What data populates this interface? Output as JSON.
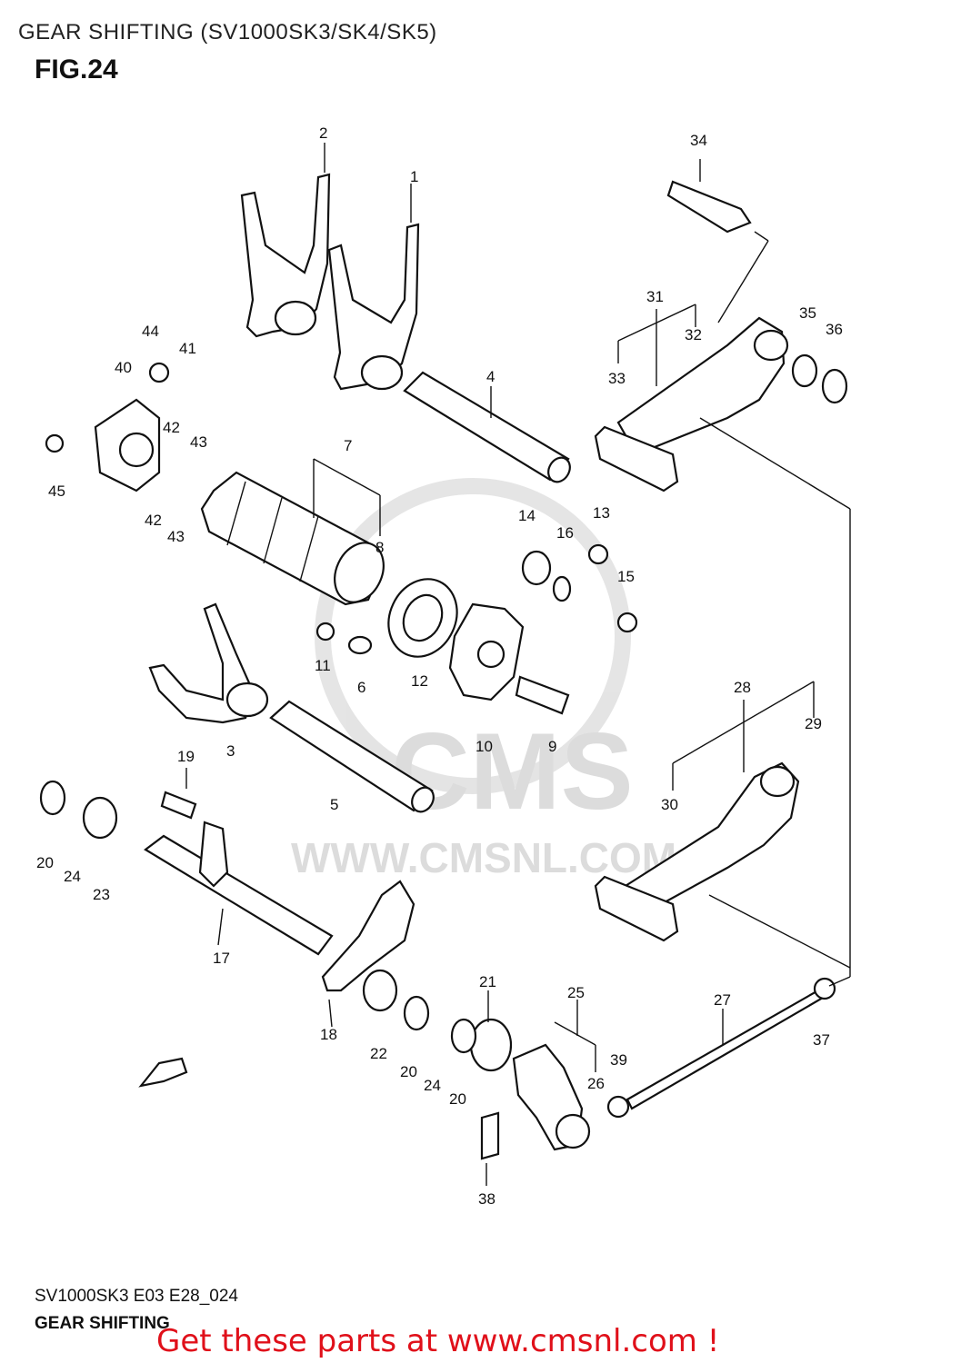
{
  "header": {
    "title": "GEAR SHIFTING (SV1000SK3/SK4/SK5)",
    "figure": "FIG.24"
  },
  "watermark": {
    "brand": "CMS",
    "url": "WWW.CMSNL.COM"
  },
  "footer": {
    "code": "SV1000SK3 E03 E28_024",
    "caption": "GEAR SHIFTING",
    "promo": "Get these parts at www.cmsnl.com !"
  },
  "callouts": [
    {
      "id": "c1",
      "label": "1"
    },
    {
      "id": "c2",
      "label": "2"
    },
    {
      "id": "c3",
      "label": "3"
    },
    {
      "id": "c4",
      "label": "4"
    },
    {
      "id": "c5",
      "label": "5"
    },
    {
      "id": "c6",
      "label": "6"
    },
    {
      "id": "c7",
      "label": "7"
    },
    {
      "id": "c8",
      "label": "8"
    },
    {
      "id": "c9",
      "label": "9"
    },
    {
      "id": "c10",
      "label": "10"
    },
    {
      "id": "c11",
      "label": "11"
    },
    {
      "id": "c12",
      "label": "12"
    },
    {
      "id": "c13",
      "label": "13"
    },
    {
      "id": "c14",
      "label": "14"
    },
    {
      "id": "c15",
      "label": "15"
    },
    {
      "id": "c16",
      "label": "16"
    },
    {
      "id": "c17",
      "label": "17"
    },
    {
      "id": "c18",
      "label": "18"
    },
    {
      "id": "c19",
      "label": "19"
    },
    {
      "id": "c20a",
      "label": "20"
    },
    {
      "id": "c20b",
      "label": "20"
    },
    {
      "id": "c20c",
      "label": "20"
    },
    {
      "id": "c21",
      "label": "21"
    },
    {
      "id": "c22",
      "label": "22"
    },
    {
      "id": "c23",
      "label": "23"
    },
    {
      "id": "c24a",
      "label": "24"
    },
    {
      "id": "c24b",
      "label": "24"
    },
    {
      "id": "c25",
      "label": "25"
    },
    {
      "id": "c26",
      "label": "26"
    },
    {
      "id": "c27",
      "label": "27"
    },
    {
      "id": "c28",
      "label": "28"
    },
    {
      "id": "c29",
      "label": "29"
    },
    {
      "id": "c30",
      "label": "30"
    },
    {
      "id": "c31",
      "label": "31"
    },
    {
      "id": "c32",
      "label": "32"
    },
    {
      "id": "c33",
      "label": "33"
    },
    {
      "id": "c34",
      "label": "34"
    },
    {
      "id": "c35",
      "label": "35"
    },
    {
      "id": "c36",
      "label": "36"
    },
    {
      "id": "c37",
      "label": "37"
    },
    {
      "id": "c38",
      "label": "38"
    },
    {
      "id": "c39",
      "label": "39"
    },
    {
      "id": "c40",
      "label": "40"
    },
    {
      "id": "c41",
      "label": "41"
    },
    {
      "id": "c42a",
      "label": "42"
    },
    {
      "id": "c42b",
      "label": "42"
    },
    {
      "id": "c43a",
      "label": "43"
    },
    {
      "id": "c43b",
      "label": "43"
    },
    {
      "id": "c44",
      "label": "44"
    },
    {
      "id": "c45",
      "label": "45"
    }
  ]
}
